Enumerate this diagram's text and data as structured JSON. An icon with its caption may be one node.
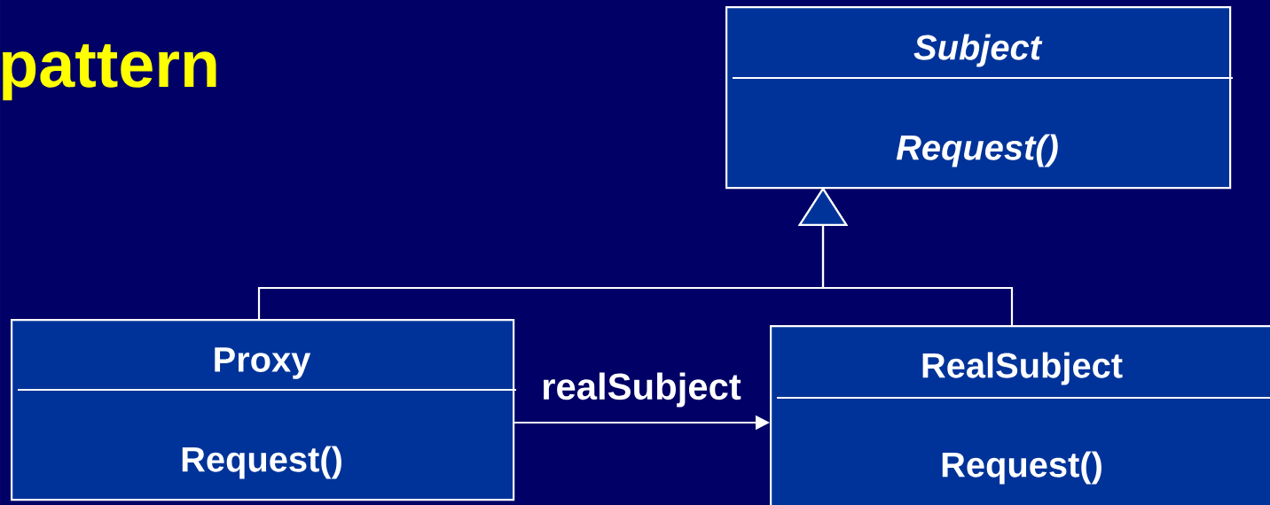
{
  "diagram": {
    "title": "pattern",
    "nodes": [
      {
        "text": [
          "Subject",
          "Request()"
        ]
      },
      {
        "text": [
          "Proxy",
          "Request()"
        ]
      },
      {
        "text": [
          "RealSubject",
          "Request()"
        ]
      }
    ],
    "edges": [
      {
        "from": 1,
        "to": 0,
        "arrow": "to"
      },
      {
        "from": 2,
        "to": 0,
        "arrow": "to"
      },
      {
        "from": 1,
        "to": 2,
        "arrow": "to",
        "label": "realSubject"
      }
    ]
  }
}
